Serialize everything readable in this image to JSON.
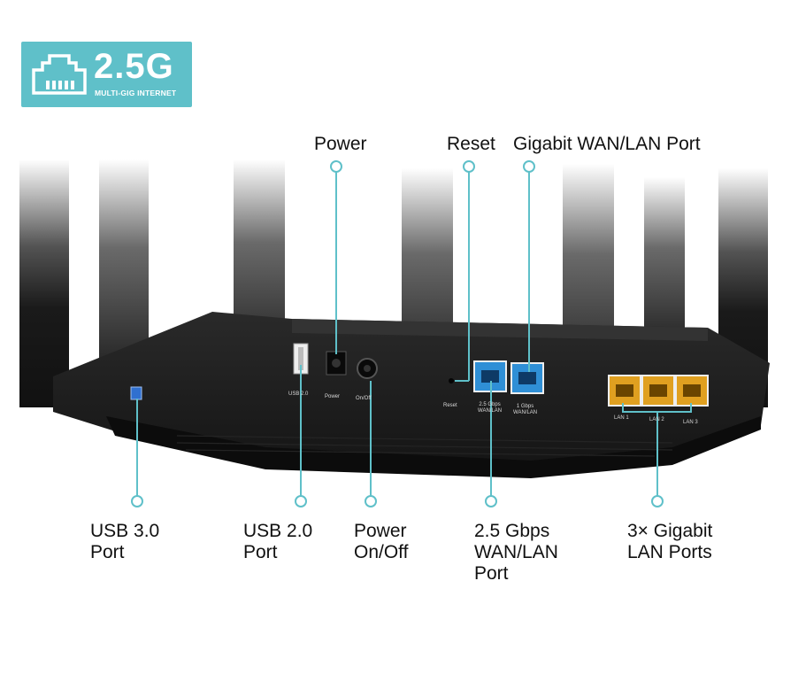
{
  "badge": {
    "speed": "2.5G",
    "subtitle": "MULTI-GIG INTERNET",
    "icon": "ethernet-port-icon"
  },
  "callouts": {
    "power": "Power",
    "reset": "Reset",
    "gigabit_wan_lan": "Gigabit WAN/LAN Port",
    "usb3": "USB 3.0\nPort",
    "usb2": "USB 2.0\nPort",
    "power_onoff": "Power\nOn/Off",
    "wan_25": "2.5 Gbps\nWAN/LAN\nPort",
    "lan_ports": "3× Gigabit\nLAN Ports"
  },
  "port_labels": {
    "usb2": "USB 2.0",
    "power": "Power",
    "onoff": "On/Off",
    "reset": "Reset",
    "wan25": "2.5 Gbps\nWAN/LAN",
    "wan1": "1 Gbps\nWAN/LAN",
    "lan1": "LAN 1",
    "lan2": "LAN 2",
    "lan3": "LAN 3"
  },
  "colors": {
    "accent": "#5fc0c9",
    "wan_port": "#2f8fd6",
    "lan_port": "#e0a020",
    "body": "#1c1c1c"
  }
}
